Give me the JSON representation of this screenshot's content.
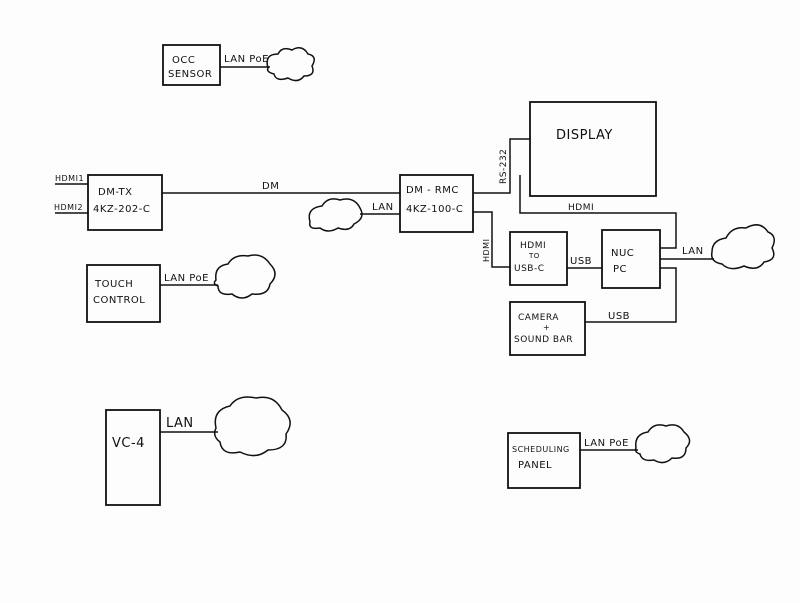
{
  "devices": {
    "occ_sensor": {
      "line1": "OCC",
      "line2": "SENSOR"
    },
    "dm_tx": {
      "line1": "DM-TX",
      "line2": "4KZ-202-C"
    },
    "dm_rmc": {
      "line1": "DM - RMC",
      "line2": "4KZ-100-C"
    },
    "display": {
      "label": "DISPLAY"
    },
    "hdmi_usbc": {
      "line1": "HDMI",
      "line2": "TO",
      "line3": "USB-C"
    },
    "nuc_pc": {
      "line1": "NUC",
      "line2": "PC"
    },
    "camera": {
      "line1": "CAMERA",
      "line2": "+",
      "line3": "SOUND BAR"
    },
    "touch_control": {
      "line1": "TOUCH",
      "line2": "CONTROL"
    },
    "vc4": {
      "label": "VC-4"
    },
    "scheduling_panel": {
      "line1": "SCHEDULING",
      "line2": "PANEL"
    }
  },
  "connections": {
    "occ_lan": "LAN PoE",
    "hdmi1_in": "HDMI1",
    "hdmi2_in": "HDMI2",
    "dm": "DM",
    "rmc_lan": "LAN",
    "rs232": "RS-232",
    "rmc_hdmi": "HDMI",
    "nuc_hdmi": "HDMI",
    "usb_adapter": "USB",
    "nuc_lan": "LAN",
    "camera_usb": "USB",
    "touch_lan": "LAN PoE",
    "vc4_lan": "LAN",
    "sched_lan": "LAN PoE"
  }
}
